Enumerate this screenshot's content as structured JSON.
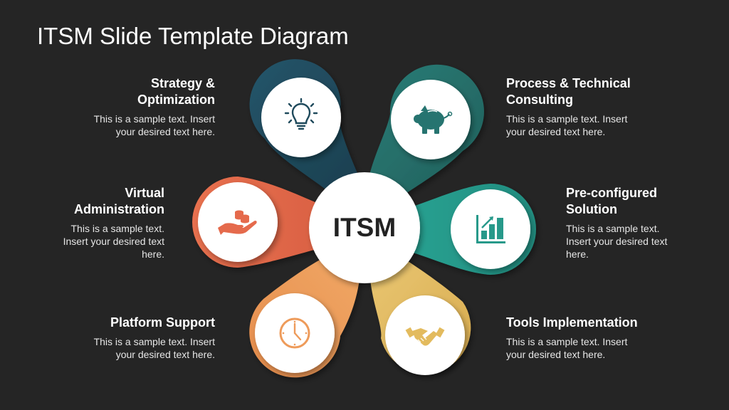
{
  "slide": {
    "title": "ITSM Slide Template Diagram",
    "background": "#252525"
  },
  "center": {
    "label": "ITSM",
    "fill": "#ffffff",
    "text_color": "#222222"
  },
  "petals": [
    {
      "id": "strategy",
      "position": "top-left",
      "heading_line1": "Strategy &",
      "heading_line2": "Optimization",
      "body_line1": "This is a sample text. Insert",
      "body_line2": "your desired text here.",
      "body_line3": "",
      "color": "#1f4a5c",
      "icon": "lightbulb-icon"
    },
    {
      "id": "process",
      "position": "top-right",
      "heading_line1": "Process & Technical",
      "heading_line2": "Consulting",
      "body_line1": "This is a sample text. Insert",
      "body_line2": "your desired text here.",
      "body_line3": "",
      "color": "#267470",
      "icon": "piggy-bank-icon"
    },
    {
      "id": "virtual",
      "position": "left",
      "heading_line1": "Virtual",
      "heading_line2": "Administration",
      "body_line1": "This is a sample text.",
      "body_line2": "Insert your desired text",
      "body_line3": "here.",
      "color": "#e56a4c",
      "icon": "hand-coins-icon"
    },
    {
      "id": "preconfigured",
      "position": "right",
      "heading_line1": "Pre-configured",
      "heading_line2": "Solution",
      "body_line1": "This is a sample text.",
      "body_line2": "Insert your desired text",
      "body_line3": "here.",
      "color": "#27998a",
      "icon": "bar-chart-growth-icon"
    },
    {
      "id": "platform",
      "position": "bottom-left",
      "heading_line1": "Platform Support",
      "heading_line2": "",
      "body_line1": "This is a sample text. Insert",
      "body_line2": "your desired text here.",
      "body_line3": "",
      "color": "#ee9b5a",
      "icon": "clock-icon"
    },
    {
      "id": "tools",
      "position": "bottom-right",
      "heading_line1": "Tools Implementation",
      "heading_line2": "",
      "body_line1": "This is a sample text. Insert",
      "body_line2": "your desired text here.",
      "body_line3": "",
      "color": "#e3bb5e",
      "icon": "handshake-icon"
    }
  ]
}
